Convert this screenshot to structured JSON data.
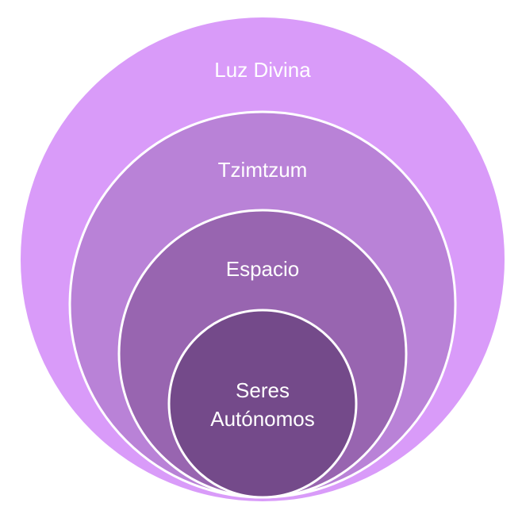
{
  "diagram": {
    "type": "nested-circles",
    "rings": [
      {
        "label_lines": [
          "Luz Divina"
        ],
        "color": "#d99bf9"
      },
      {
        "label_lines": [
          "Tzimtzum"
        ],
        "color": "#b982d7"
      },
      {
        "label_lines": [
          "Espacio"
        ],
        "color": "#9865b0"
      },
      {
        "label_lines": [
          "Seres",
          "Autónomos"
        ],
        "color": "#744a8a"
      }
    ],
    "stroke_color": "#ffffff"
  }
}
